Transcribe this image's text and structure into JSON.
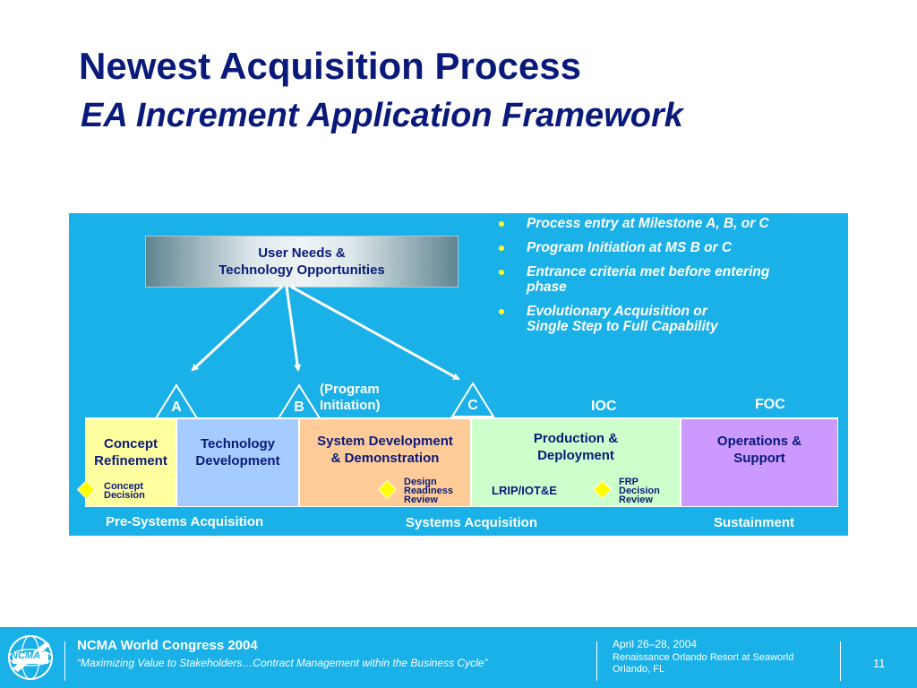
{
  "title": "Newest Acquisition Process",
  "subtitle": "EA Increment Application Framework",
  "diagram": {
    "needs_box": {
      "line1": "User Needs &",
      "line2": "Technology Opportunities"
    },
    "bullets": [
      "Process entry at Milestone A, B, or C",
      "Program Initiation at MS B or C",
      "Entrance criteria met before entering\nphase",
      "Evolutionary Acquisition or\nSingle Step to Full Capability"
    ],
    "milestones": [
      "A",
      "B",
      "C"
    ],
    "program_initiation": "(Program\nInitiation)",
    "ioc": "IOC",
    "foc": "FOC",
    "phases": [
      {
        "line1": "Concept",
        "line2": "Refinement"
      },
      {
        "line1": "Technology",
        "line2": "Development"
      },
      {
        "line1": "System Development",
        "line2": "& Demonstration"
      },
      {
        "line1": "Production &",
        "line2": "Deployment"
      },
      {
        "line1": "Operations &",
        "line2": "Support"
      }
    ],
    "decisions": {
      "concept": "Concept\nDecision",
      "design": "Design\nReadiness\nReview",
      "frp": "FRP\nDecision\nReview"
    },
    "lrip": "LRIP/IOT&E",
    "categories": [
      "Pre-Systems Acquisition",
      "Systems Acquisition",
      "Sustainment"
    ]
  },
  "footer": {
    "logo": "NCMA",
    "conference": "NCMA World Congress 2004",
    "tagline": "“Maximizing Value to Stakeholders…Contract Management within the Business Cycle”",
    "date": "April 26–28, 2004",
    "location": "Renaissance Orlando Resort at Seaworld\nOrlando, FL",
    "page": "11"
  },
  "colors": {
    "title": "#0a1a7a",
    "panel": "#1ab0e8",
    "concept_refinement": "#ffffa0",
    "technology_development": "#a6ccff",
    "system_development": "#ffcc99",
    "production": "#ccffcc",
    "operations": "#cc99ff",
    "diamond": "#ffff00"
  }
}
